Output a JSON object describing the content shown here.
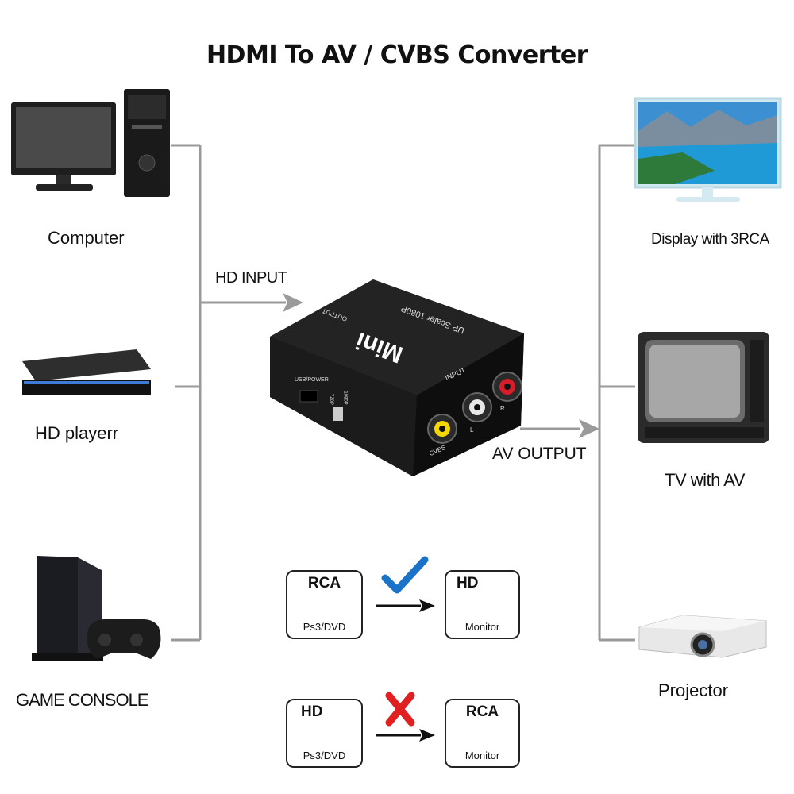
{
  "title": "HDMI To AV / CVBS Converter",
  "sources": [
    {
      "label": "Computer",
      "icon": "computer-icon"
    },
    {
      "label": "HD playerr",
      "icon": "bluray-player-icon"
    },
    {
      "label": "GAME CONSOLE",
      "icon": "game-console-icon"
    }
  ],
  "outputs": [
    {
      "label": "Display with 3RCA",
      "icon": "display-icon"
    },
    {
      "label": "TV with AV",
      "icon": "crt-tv-icon"
    },
    {
      "label": "Projector",
      "icon": "projector-icon"
    }
  ],
  "hd_input_label": "HD INPUT",
  "av_output_label": "AV OUTPUT",
  "device": {
    "brand": "Mini",
    "upscaler": "UP Scaler 1080P",
    "output_port": "OUTPUT",
    "input_port": "INPUT",
    "usb_power": "USB/POWER",
    "mode_720": "720P",
    "mode_1080": "1080P",
    "cvbs": "CVBS",
    "l": "L",
    "r": "R"
  },
  "supported": {
    "status": "check",
    "from": {
      "header": "RCA",
      "sub": "Ps3/DVD"
    },
    "to": {
      "header": "HD",
      "sub": "Monitor"
    }
  },
  "unsupported": {
    "status": "cross",
    "from": {
      "header": "HD",
      "sub": "Ps3/DVD"
    },
    "to": {
      "header": "RCA",
      "sub": "Monitor"
    }
  },
  "colors": {
    "check": "#1a73c8",
    "cross": "#e02020",
    "rca_yellow": "#f5d800",
    "rca_white": "#e8e8e8",
    "rca_red": "#d81d2a"
  }
}
